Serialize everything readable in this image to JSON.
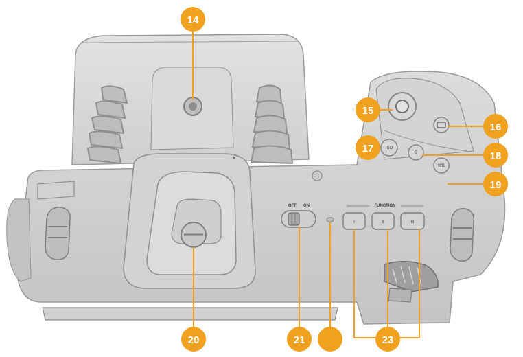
{
  "colors": {
    "callout": "#f0a11f",
    "line": "#f0a11f",
    "body_dark": "#c9c9c9",
    "body_mid": "#d8d8d8",
    "body_light": "#e6e6e6",
    "outline": "#8c8c8c"
  },
  "camera_labels": {
    "off": "OFF",
    "on": "ON",
    "function": "FUNCTION",
    "iso": "ISO",
    "shutter": "S",
    "wb": "WB",
    "f1": "I",
    "f2": "II",
    "f3": "III"
  },
  "callouts": [
    {
      "id": "c14",
      "label": "14"
    },
    {
      "id": "c15",
      "label": "15"
    },
    {
      "id": "c16",
      "label": "16"
    },
    {
      "id": "c17",
      "label": "17"
    },
    {
      "id": "c18",
      "label": "18"
    },
    {
      "id": "c19",
      "label": "19"
    },
    {
      "id": "c20",
      "label": "20"
    },
    {
      "id": "c21",
      "label": "21"
    },
    {
      "id": "c22",
      "label": ""
    },
    {
      "id": "c23",
      "label": "23"
    }
  ]
}
